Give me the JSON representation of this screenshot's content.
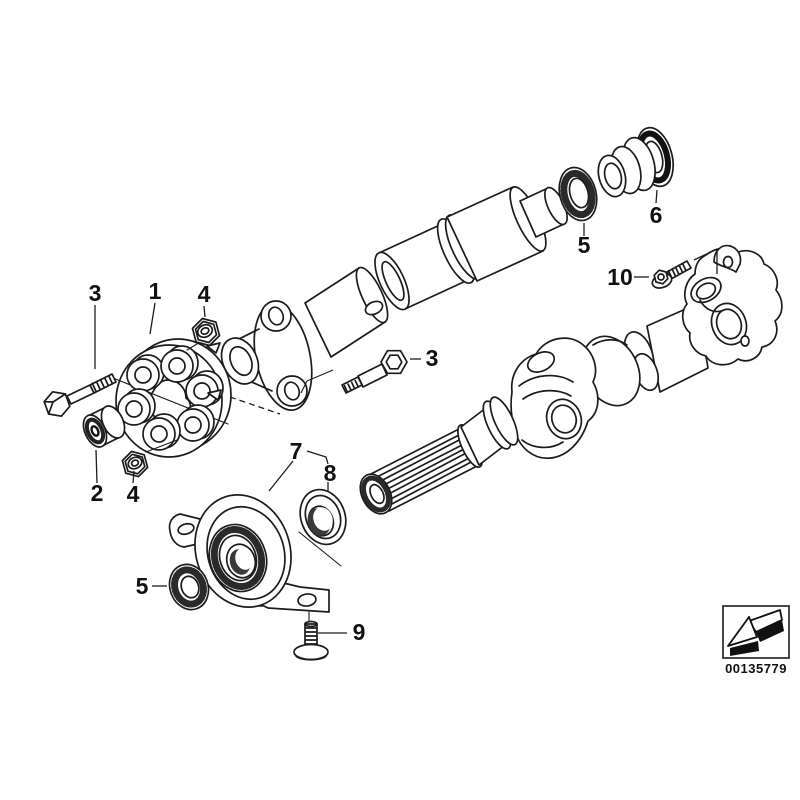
{
  "callouts": [
    {
      "id": "bolt-front",
      "label": "3"
    },
    {
      "id": "flex-disc",
      "label": "1"
    },
    {
      "id": "nut-upper",
      "label": "4"
    },
    {
      "id": "centering-bush",
      "label": "2"
    },
    {
      "id": "nut-lower",
      "label": "4"
    },
    {
      "id": "lock-ring-center-mount",
      "label": "5"
    },
    {
      "id": "center-mount",
      "label": "7"
    },
    {
      "id": "ball-bearing",
      "label": "8"
    },
    {
      "id": "screw",
      "label": "9"
    },
    {
      "id": "bolt-middle",
      "label": "3"
    },
    {
      "id": "lock-ring-shaft",
      "label": "5"
    },
    {
      "id": "dust-boot",
      "label": "6"
    },
    {
      "id": "bolt-rear",
      "label": "10"
    }
  ],
  "footer": {
    "part_number": "00135779"
  },
  "colors": {
    "line": "#1c1c1c",
    "background": "#ffffff",
    "shading": "#2a2a2a"
  }
}
